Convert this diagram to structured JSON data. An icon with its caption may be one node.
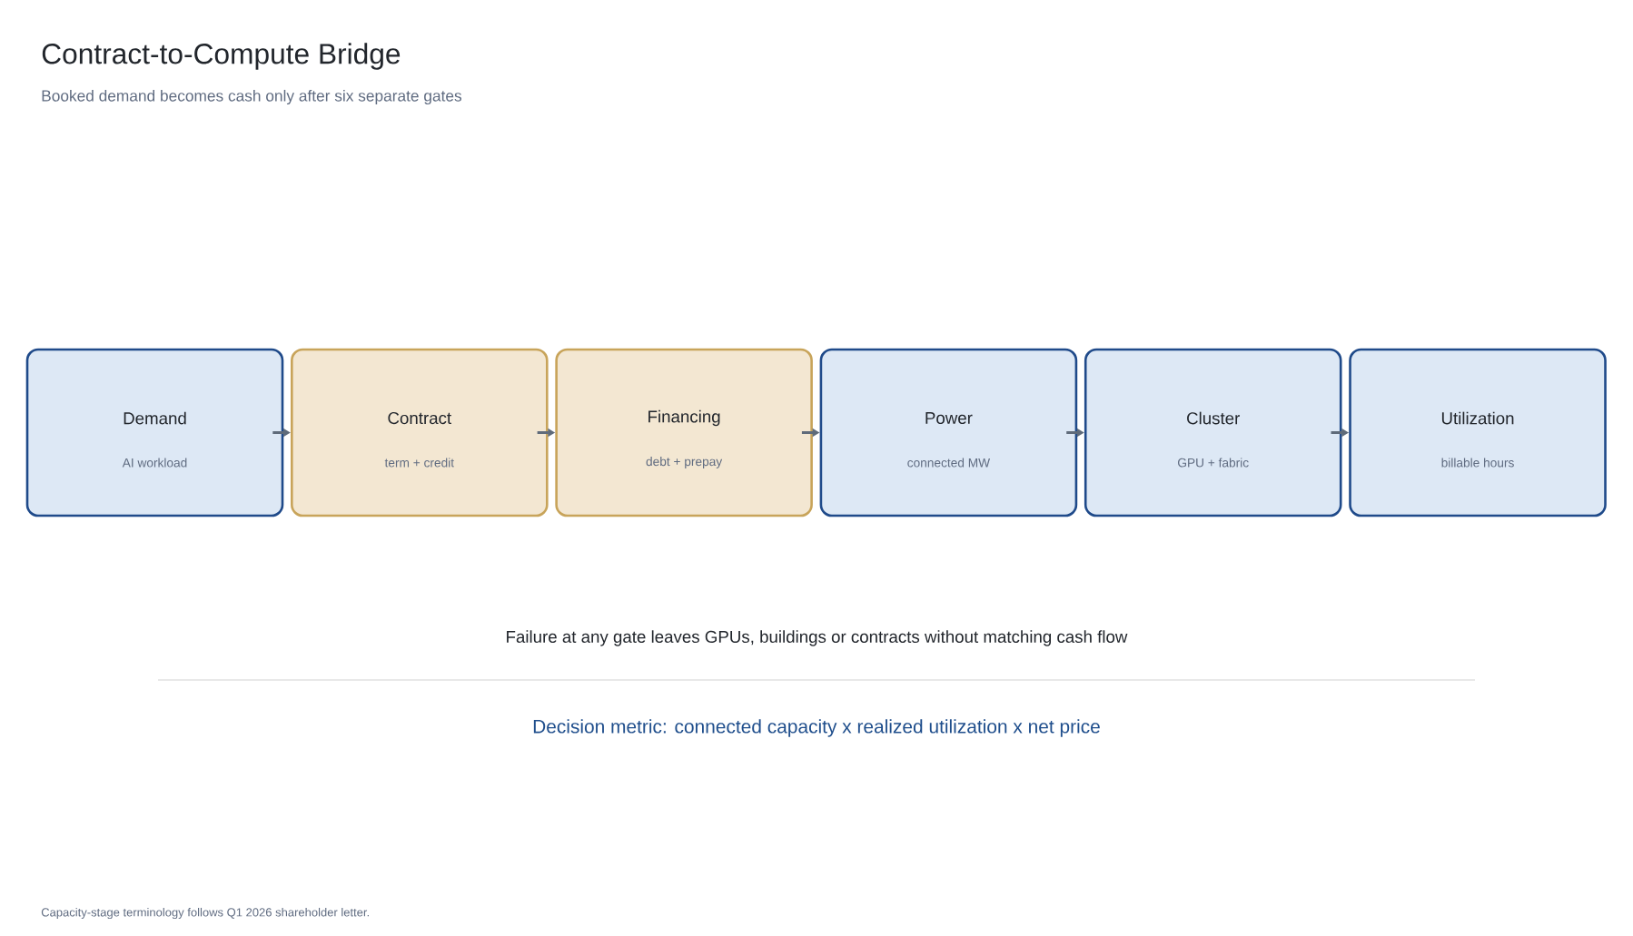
{
  "diagram": {
    "title": "Contract-to-Compute Bridge",
    "nodes": [
      {
        "text": [
          "Demand",
          "AI workload"
        ]
      },
      {
        "text": [
          "Contract",
          "term + credit"
        ]
      },
      {
        "text": [
          "Financing",
          "debt + prepay"
        ]
      },
      {
        "text": [
          "Power",
          "connected MW"
        ]
      },
      {
        "text": [
          "Cluster",
          "GPU + fabric"
        ]
      },
      {
        "text": [
          "Utilization",
          "billable hours"
        ]
      }
    ],
    "edges": [
      {
        "from": 0,
        "to": 1,
        "arrow": "to"
      },
      {
        "from": 1,
        "to": 2,
        "arrow": "to"
      },
      {
        "from": 2,
        "to": 3,
        "arrow": "to"
      },
      {
        "from": 3,
        "to": 4,
        "arrow": "to"
      },
      {
        "from": 4,
        "to": 5,
        "arrow": "to"
      }
    ],
    "labels": [
      "Booked demand becomes cash only after six separate gates",
      "Failure at any gate leaves GPUs, buildings or contracts without matching cash flow",
      "Decision metric: connected capacity x realized utilization x net price",
      "Capacity-stage terminology follows Q1 2026 shareholder letter."
    ]
  }
}
